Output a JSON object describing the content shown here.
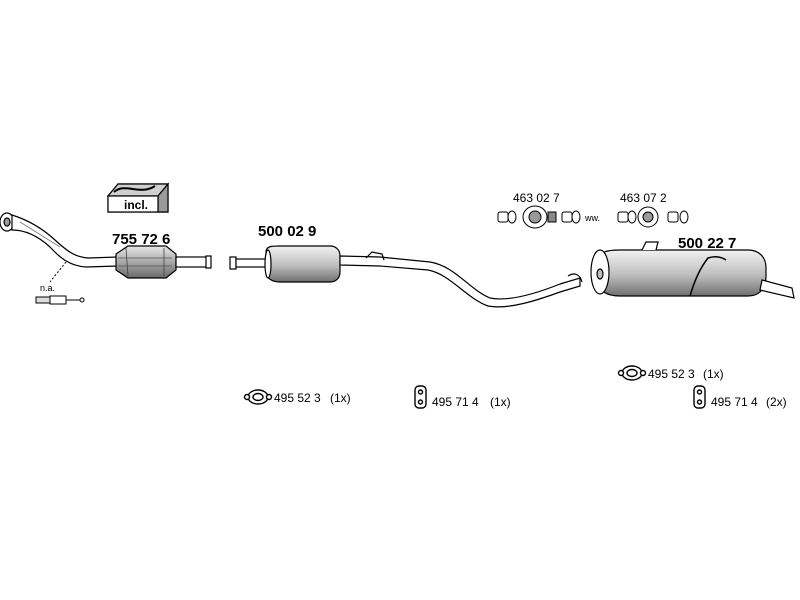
{
  "parts": {
    "catalytic_converter": {
      "number": "755 72 6"
    },
    "middle_muffler": {
      "number": "500 02 9"
    },
    "rear_muffler": {
      "number": "500 22 7"
    },
    "incl_box": {
      "label": "incl."
    },
    "sensor": {
      "label": "n.a."
    },
    "clamp_kit_1": {
      "number": "463 02 7"
    },
    "clamp_kit_2": {
      "number": "463 07 2"
    },
    "clamp_separator": {
      "label": "ww."
    }
  },
  "accessories": [
    {
      "number": "495 52 3",
      "qty": "(1x)",
      "icon": "gasket-ring-icon"
    },
    {
      "number": "495 71 4",
      "qty": "(1x)",
      "icon": "rubber-hanger-icon"
    },
    {
      "number": "495 52 3",
      "qty": "(1x)",
      "icon": "gasket-ring-icon"
    },
    {
      "number": "495 71 4",
      "qty": "(2x)",
      "icon": "rubber-hanger-icon"
    }
  ],
  "colors": {
    "stroke": "#000000",
    "fill": "#ffffff",
    "shade": "#bdbdbd",
    "shade_dark": "#8a8a8a"
  }
}
